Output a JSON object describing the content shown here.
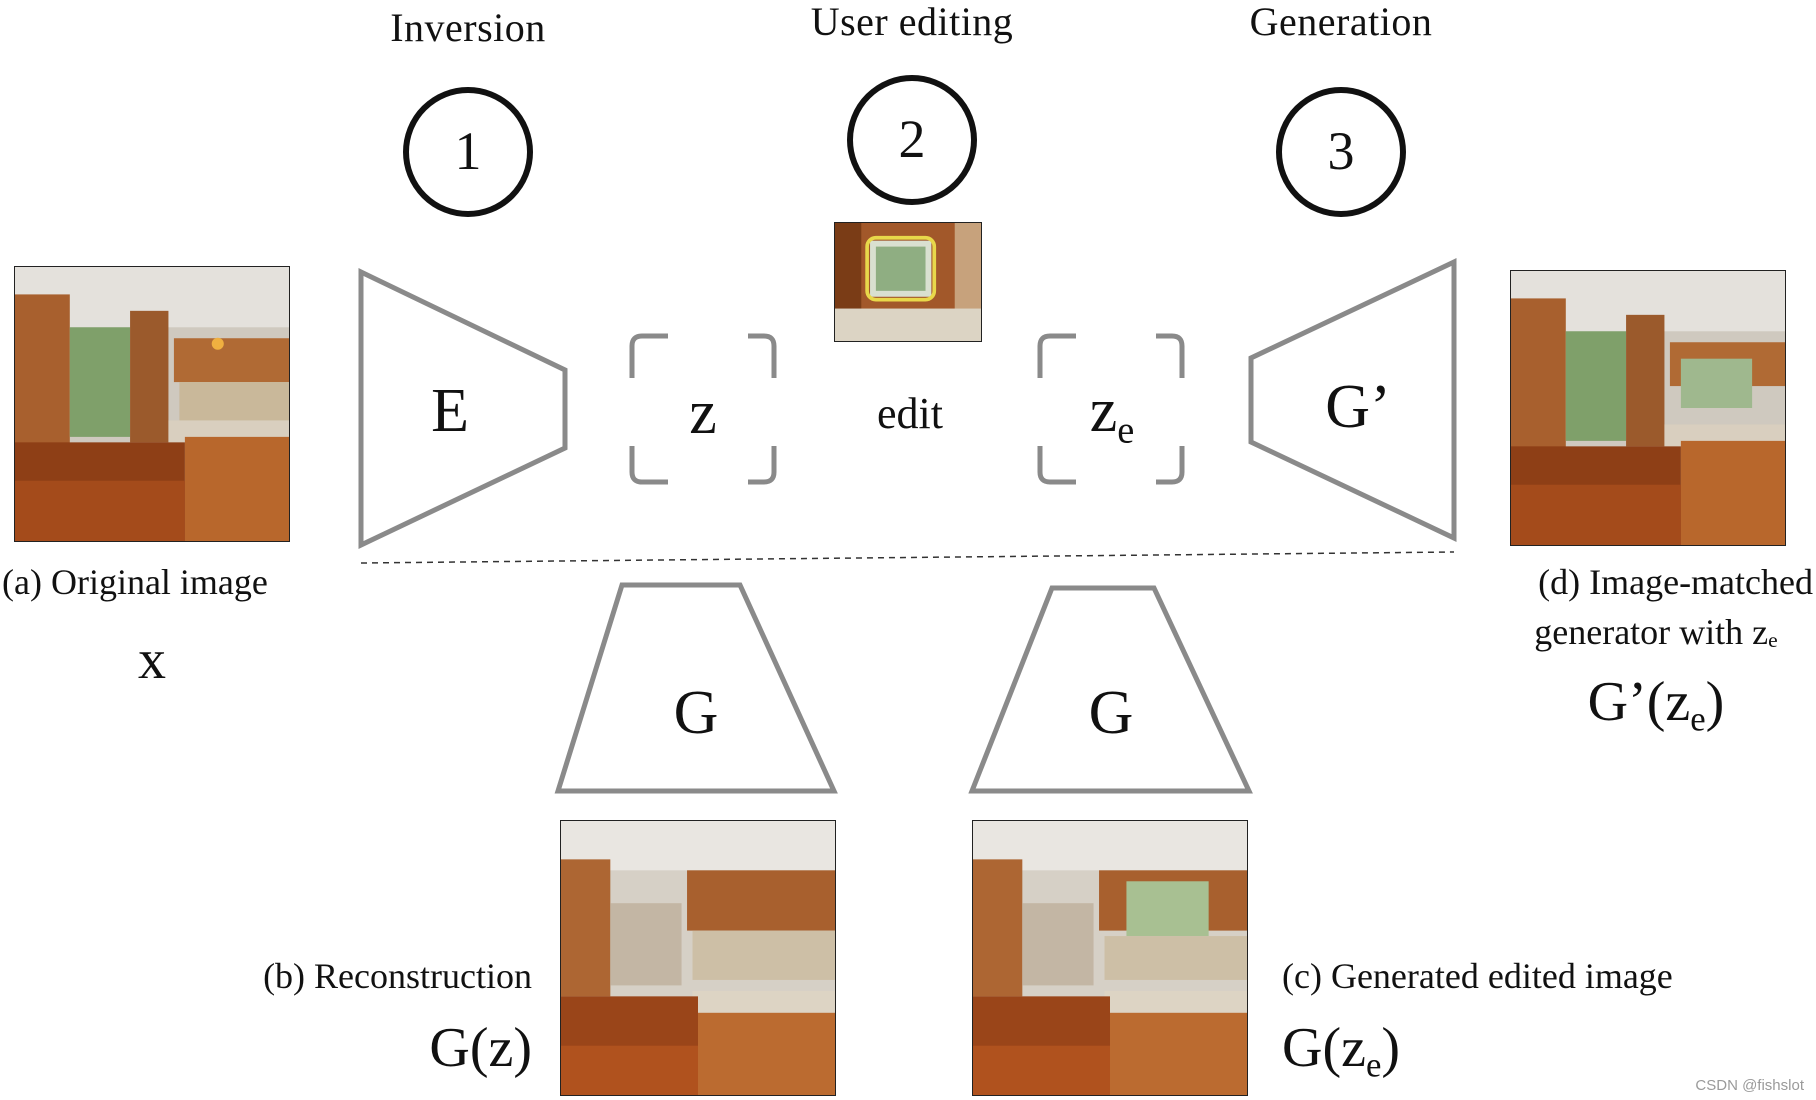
{
  "steps": [
    {
      "number": "1",
      "label": "Inversion"
    },
    {
      "number": "2",
      "label": "User editing"
    },
    {
      "number": "3",
      "label": "Generation"
    }
  ],
  "blocks": {
    "encoder": "E",
    "latent": "z",
    "edit": "edit",
    "latent_edited_base": "z",
    "latent_edited_sub": "e",
    "generator_matched": "G’",
    "generator_recon": "G",
    "generator_edit": "G"
  },
  "panels": {
    "a": {
      "caption": "(a) Original image",
      "symbol": "x"
    },
    "b": {
      "caption": "(b) Reconstruction",
      "symbol": "G(z)"
    },
    "c": {
      "caption": "(c) Generated edited image",
      "symbol_base": "G(z",
      "symbol_sub": "e",
      "symbol_close": ")"
    },
    "d": {
      "caption_line1": "(d) Image-matched",
      "caption_line2": "generator with z",
      "caption_sub": "e",
      "symbol_base": "G’(z",
      "symbol_sub": "e",
      "symbol_close": ")"
    }
  },
  "colors": {
    "stroke": "#888888",
    "text": "#111111",
    "edit_highlight": "#e8d84a"
  },
  "watermark": "CSDN @fishslot"
}
